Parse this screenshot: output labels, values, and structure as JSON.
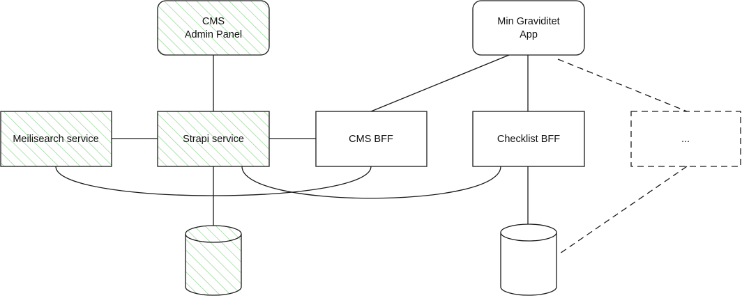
{
  "colors": {
    "stroke": "#1a1a1a",
    "hatch": "#8ed68e",
    "fill": "#ffffff"
  },
  "nodes": {
    "cms_admin_panel": {
      "line1": "CMS",
      "line2": "Admin Panel",
      "style": "hatched"
    },
    "min_graviditet_app": {
      "line1": "Min Graviditet",
      "line2": "App",
      "style": "plain"
    },
    "meilisearch_service": {
      "label": "Meilisearch service",
      "style": "hatched"
    },
    "strapi_service": {
      "label": "Strapi service",
      "style": "hatched"
    },
    "cms_bff": {
      "label": "CMS BFF",
      "style": "plain"
    },
    "checklist_bff": {
      "label": "Checklist BFF",
      "style": "plain"
    },
    "ellipsis_service": {
      "label": "...",
      "style": "dashed"
    },
    "strapi_database": {
      "label": "",
      "style": "hatched"
    },
    "checklist_database": {
      "label": "",
      "style": "plain"
    }
  },
  "edges": [
    {
      "from": "cms_admin_panel",
      "to": "strapi_service",
      "style": "solid"
    },
    {
      "from": "meilisearch_service",
      "to": "strapi_service",
      "style": "solid"
    },
    {
      "from": "strapi_service",
      "to": "cms_bff",
      "style": "solid"
    },
    {
      "from": "min_graviditet_app",
      "to": "cms_bff",
      "style": "solid"
    },
    {
      "from": "min_graviditet_app",
      "to": "checklist_bff",
      "style": "solid"
    },
    {
      "from": "min_graviditet_app",
      "to": "ellipsis_service",
      "style": "dashed"
    },
    {
      "from": "strapi_service",
      "to": "strapi_database",
      "style": "solid"
    },
    {
      "from": "checklist_bff",
      "to": "checklist_database",
      "style": "solid"
    },
    {
      "from": "ellipsis_service",
      "to": "checklist_database",
      "style": "dashed"
    },
    {
      "from": "meilisearch_service",
      "to": "cms_bff",
      "style": "solid"
    },
    {
      "from": "strapi_service",
      "to": "checklist_bff",
      "style": "solid"
    }
  ]
}
